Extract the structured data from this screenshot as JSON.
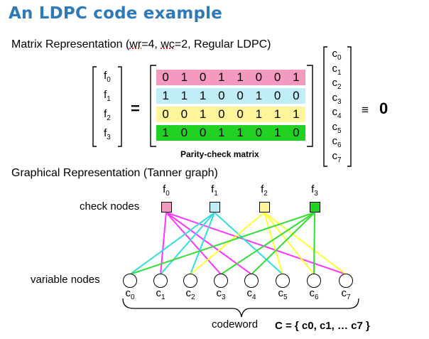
{
  "title": "An LDPC code example",
  "matrix_section": {
    "heading_prefix": "Matrix Representation (",
    "wr": "wr",
    "wr_val": "=4, ",
    "wc": "wc",
    "wc_val": "=2, Regular LDPC)",
    "f_vector": [
      "0",
      "1",
      "2",
      "3"
    ],
    "f_letter": "f",
    "c_letter": "c",
    "c_vector": [
      "0",
      "1",
      "2",
      "3",
      "4",
      "5",
      "6",
      "7"
    ],
    "equals": "=",
    "equiv": "≡",
    "zero": "0",
    "caption": "Parity-check matrix",
    "rows": [
      {
        "color": "#f49ac1",
        "bits": [
          "0",
          "1",
          "0",
          "1",
          "1",
          "0",
          "0",
          "1"
        ]
      },
      {
        "color": "#bfeef7",
        "bits": [
          "1",
          "1",
          "1",
          "0",
          "0",
          "1",
          "0",
          "0"
        ]
      },
      {
        "color": "#fff59a",
        "bits": [
          "0",
          "0",
          "1",
          "0",
          "0",
          "1",
          "1",
          "1"
        ]
      },
      {
        "color": "#22d222",
        "bits": [
          "1",
          "0",
          "0",
          "1",
          "1",
          "0",
          "1",
          "0"
        ]
      }
    ]
  },
  "graph_section": {
    "heading": "Graphical Representation (Tanner graph)",
    "check_label": "check nodes",
    "variable_label": "variable nodes",
    "codeword_label": "codeword",
    "codeword_set": "C = { c0, c1, … c7 }",
    "check_colors": [
      "#f49ac1",
      "#bfeef7",
      "#fff59a",
      "#22d222"
    ],
    "edge_colors": [
      "#ff33ff",
      "#33dddd",
      "#ffff33",
      "#33dd33"
    ]
  }
}
